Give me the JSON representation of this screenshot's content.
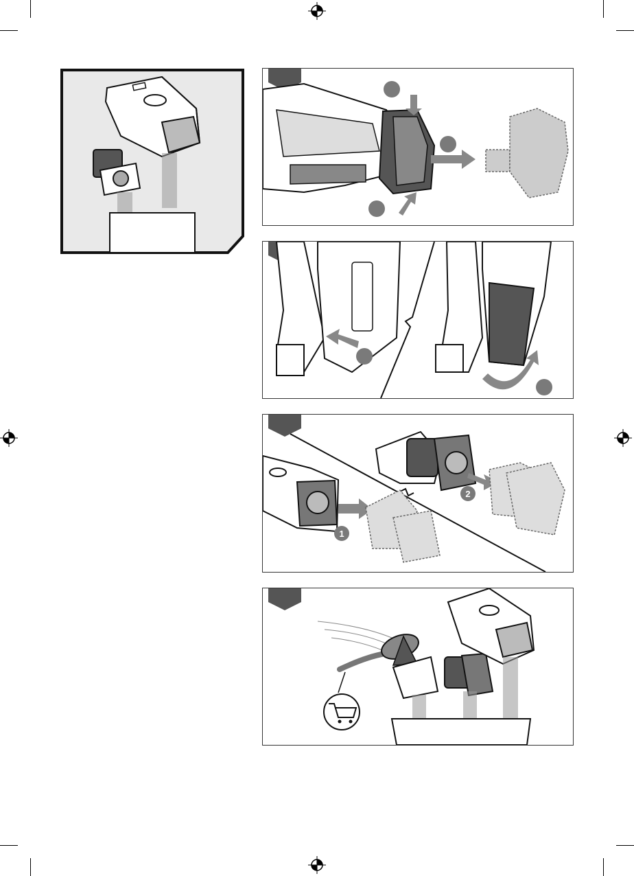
{
  "page": {
    "figures": [
      {
        "id": "fig-empty-bin"
      },
      {
        "id": "fig-remove-filter"
      },
      {
        "id": "fig-detach-bin"
      },
      {
        "id": "fig-separate-filters",
        "step_labels": [
          "1",
          "2"
        ]
      },
      {
        "id": "fig-clean-filters"
      }
    ]
  },
  "icons": {
    "registration": "registration-mark-icon",
    "arrow": "arrow-icon",
    "cart": "shopping-cart-icon",
    "brush": "cleaning-brush-icon"
  },
  "colors": {
    "frame": "#333333",
    "tab": "#555555",
    "arrow": "#888888",
    "badge": "#7a7a7a",
    "dust": "#999999"
  }
}
